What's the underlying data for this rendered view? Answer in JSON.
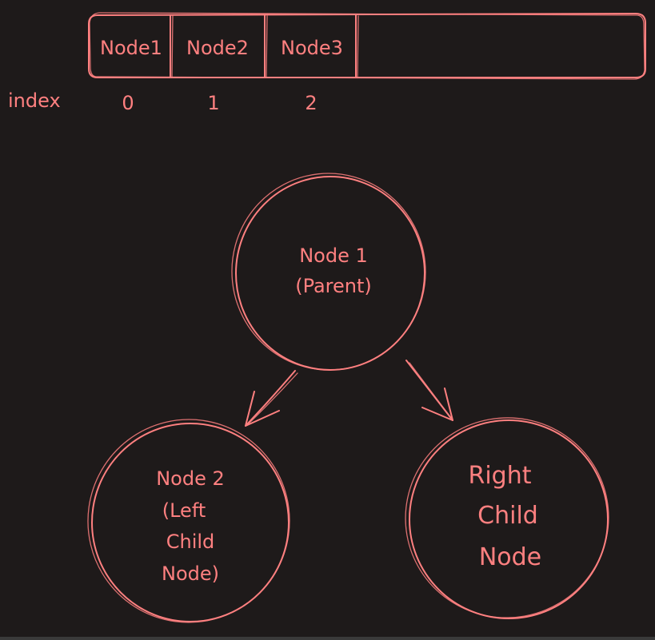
{
  "colors": {
    "background": "#1e1a1a",
    "stroke": "#ff8080"
  },
  "array": {
    "cells": [
      "Node1",
      "Node2",
      "Node3",
      ""
    ],
    "index_label": "index",
    "indices": [
      "0",
      "1",
      "2"
    ]
  },
  "tree": {
    "parent": [
      "Node 1",
      "(Parent)"
    ],
    "left_child": [
      "Node 2",
      "(Left",
      "Child",
      "Node)"
    ],
    "right_child": [
      "Right",
      "Child",
      "Node"
    ]
  }
}
